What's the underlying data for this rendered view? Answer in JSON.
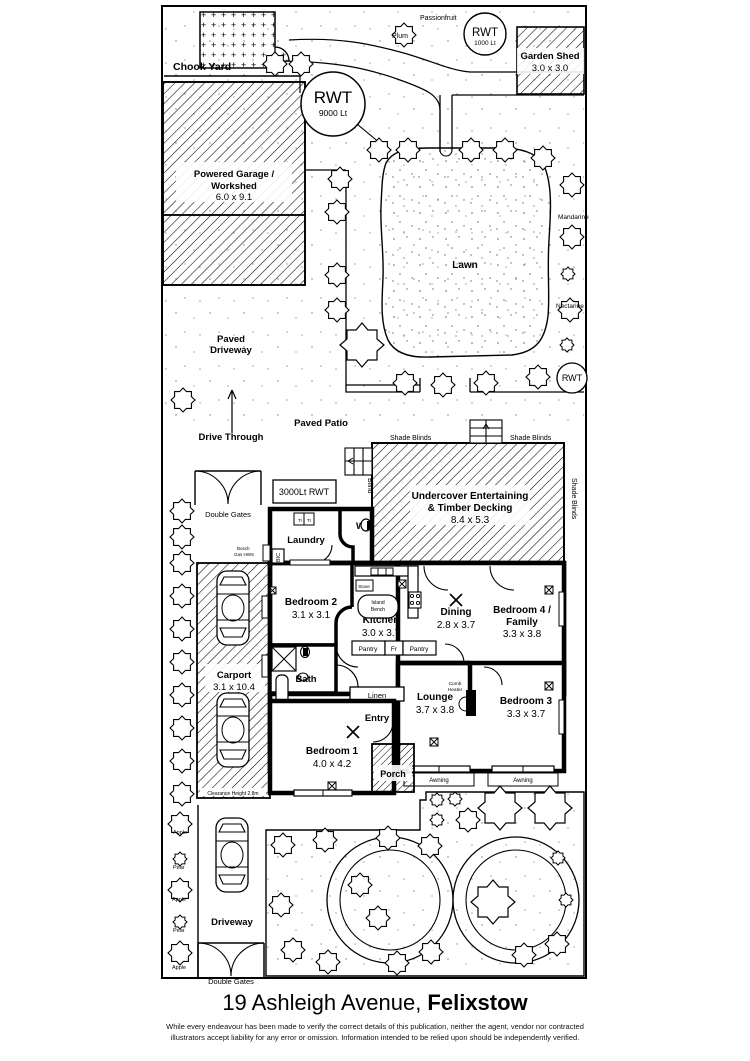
{
  "title": {
    "street": "19 Ashleigh Avenue, ",
    "suburb": "Felixstow"
  },
  "disclaimer": {
    "line1": "While every endeavour has been made to verify the correct details of this publication, neither the agent, vendor nor contracted",
    "line2": "illustrators accept liability for any error or omission. Information intended to be relied upon should be independently verified."
  },
  "colors": {
    "ink": "#000000",
    "paper": "#ffffff",
    "hatch": "#000000",
    "lawn_stipple": "#555555"
  },
  "outdoor": {
    "chook_yard": "Chook Yard",
    "passionfruit": "Passionfruit",
    "plum": "Plum",
    "mandarine": "Mandarine",
    "nectarine": "Nectarine",
    "lawn": "Lawn",
    "paved_driveway_l1": "Paved",
    "paved_driveway_l2": "Driveway",
    "drive_through": "Drive Through",
    "paved_patio": "Paved Patio",
    "driveway": "Driveway",
    "double_gates_top": "Double Gates",
    "double_gates_bottom": "Double Gates",
    "clearance": "Clearance Height 2.8m",
    "fruit_trees_left": [
      "Apple",
      "Pear",
      "Apple",
      "Pear",
      "Apple"
    ]
  },
  "tanks": {
    "rwt_big_name": "RWT",
    "rwt_big_cap": "9000 Lt",
    "rwt_small_name": "RWT",
    "rwt_small_cap": "1000 Lt",
    "rwt_corner": "RWT",
    "rwt_laundry": "3000Lt RWT"
  },
  "structures": [
    {
      "name": "Powered Garage /",
      "name2": "Workshed",
      "dims": "6.0 x 9.1"
    },
    {
      "name": "Garden Shed",
      "dims": "3.0 x 3.0"
    },
    {
      "name": "Carport",
      "dims": "3.1 x 10.4"
    }
  ],
  "entertaining": {
    "line1": "Undercover Entertaining",
    "line2": "& Timber Decking",
    "dims": "8.4 x 5.3",
    "shade_blind_left": "Shade Blinds",
    "shade_blind_right": "Shade Blinds",
    "shade_blind_side": "Shade Blinds",
    "blind": "Blind"
  },
  "rooms": [
    {
      "name": "Bedroom 2",
      "dims": "3.1 x 3.1"
    },
    {
      "name": "Kitchen",
      "dims": "3.0 x 3.7"
    },
    {
      "name": "Dining",
      "dims": "2.8 x 3.7"
    },
    {
      "name": "Bedroom 4 /",
      "name2": "Family",
      "dims": "3.3 x 3.8"
    },
    {
      "name": "Lounge",
      "dims": "3.7 x 3.8"
    },
    {
      "name": "Bedroom 3",
      "dims": "3.3 x 3.7"
    },
    {
      "name": "Bedroom 1",
      "dims": "4.0 x 4.2"
    }
  ],
  "small_rooms": {
    "laundry": "Laundry",
    "wc": "WC",
    "bath": "Bath",
    "linen": "Linen",
    "entry": "Entry",
    "porch": "Porch",
    "pantry_left": "Pantry",
    "fridge": "Fr",
    "pantry_right": "Pantry",
    "island_bench_l1": "Island",
    "island_bench_l2": "Bench",
    "bic": "BIC",
    "stove": "Stove",
    "hws_l1": "Bosch",
    "hws_l2": "Gas HWS",
    "comb_heater_l1": "Comb",
    "comb_heater_l2": "Heater",
    "awning_left": "Awning",
    "awning_right": "Awning",
    "tr1": "Tr",
    "tr2": "Tr"
  }
}
